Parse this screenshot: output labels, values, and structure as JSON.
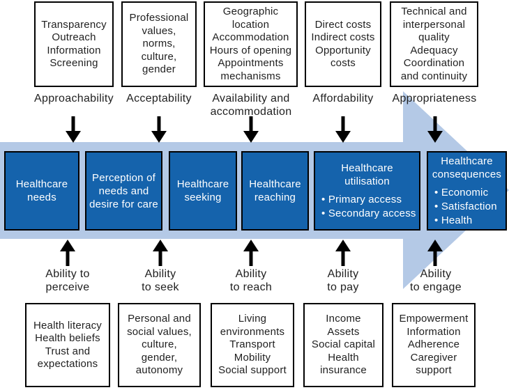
{
  "colors": {
    "dark_blue": "#1563ac",
    "light_blue": "#b4c9e6",
    "text": "#1f1f1f",
    "arrow_black": "#000000"
  },
  "top_row": [
    {
      "box": "Transparency\nOutreach\nInformation\nScreening",
      "label": "Approachability"
    },
    {
      "box": "Professional\nvalues,\nnorms,\nculture,\ngender",
      "label": "Acceptability"
    },
    {
      "box": "Geographic\nlocation\nAccommodation\nHours of opening\nAppointments\nmechanisms",
      "label": "Availability and\naccommodation"
    },
    {
      "box": "Direct costs\nIndirect costs\nOpportunity\ncosts",
      "label": "Affordability"
    },
    {
      "box": "Technical and\ninterpersonal\nquality\nAdequacy\nCoordination\nand continuity",
      "label": "Appropriateness"
    }
  ],
  "stages": [
    {
      "title": "Healthcare\nneeds"
    },
    {
      "title": "Perception of\nneeds and\ndesire for care"
    },
    {
      "title": "Healthcare\nseeking"
    },
    {
      "title": "Healthcare\nreaching"
    },
    {
      "title": "Healthcare\nutilisation",
      "bullets": [
        "Primary access",
        "Secondary access"
      ]
    },
    {
      "title": "Healthcare\nconsequences",
      "bullets": [
        "Economic",
        "Satisfaction",
        "Health"
      ]
    }
  ],
  "bottom_row": [
    {
      "label": "Ability to\nperceive",
      "box": "Health literacy\nHealth beliefs\nTrust and\nexpectations"
    },
    {
      "label": "Ability\nto seek",
      "box": "Personal and\nsocial values,\nculture,\ngender,\nautonomy"
    },
    {
      "label": "Ability\nto reach",
      "box": "Living\nenvironments\nTransport\nMobility\nSocial support"
    },
    {
      "label": "Ability\nto pay",
      "box": "Income\nAssets\nSocial capital\nHealth\ninsurance"
    },
    {
      "label": "Ability\nto engage",
      "box": "Empowerment\nInformation\nAdherence\nCaregiver\nsupport"
    }
  ]
}
